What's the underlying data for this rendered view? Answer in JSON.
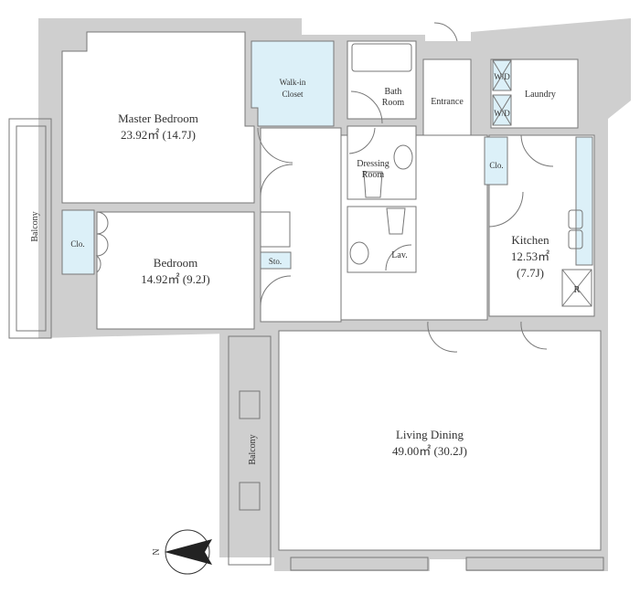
{
  "colors": {
    "wall": "#cfcfcf",
    "storage": "#dcf0f8",
    "line": "#555555"
  },
  "rooms": {
    "master_bedroom": {
      "name": "Master Bedroom",
      "area": "23.92㎡ (14.7J)"
    },
    "walk_in_closet": {
      "line1": "Walk-in",
      "line2": "Closet"
    },
    "bath_room": {
      "line1": "Bath",
      "line2": "Room"
    },
    "entrance": {
      "name": "Entrance"
    },
    "laundry": {
      "name": "Laundry",
      "wd1": "W/D",
      "wd2": "W/D"
    },
    "dressing_room": {
      "line1": "Dressing",
      "line2": "Room"
    },
    "lavatory": {
      "name": "Lav."
    },
    "kitchen": {
      "name": "Kitchen",
      "area": "12.53㎡",
      "jo": "(7.7J)",
      "fridge": "R",
      "closet": "Clo."
    },
    "bedroom": {
      "name": "Bedroom",
      "area": "14.92㎡ (9.2J)",
      "closet": "Clo."
    },
    "storage": {
      "name": "Sto."
    },
    "living_dining": {
      "name": "Living Dining",
      "area": "49.00㎡ (30.2J)"
    },
    "balcony_west": {
      "name": "Balcony"
    },
    "balcony_south": {
      "name": "Balcony"
    }
  },
  "compass": {
    "label": "N"
  }
}
